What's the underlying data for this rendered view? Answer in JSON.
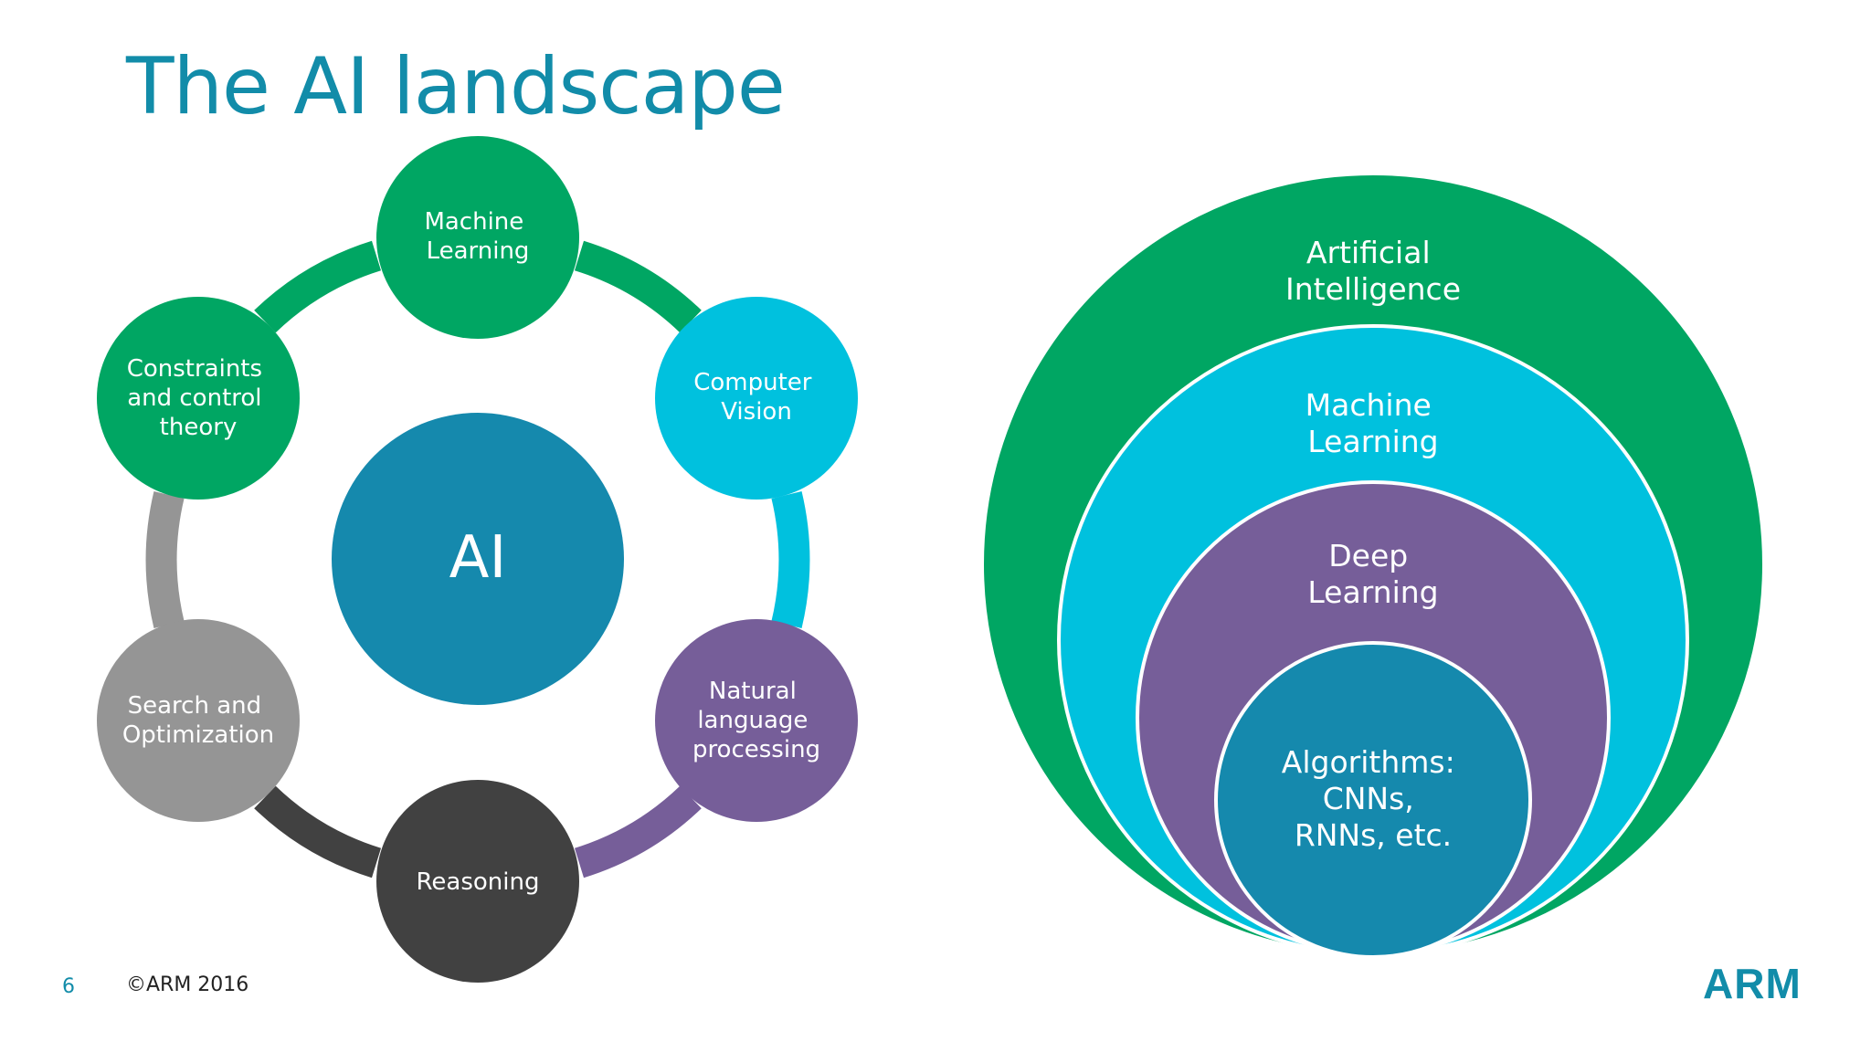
{
  "title": "The AI landscape",
  "ring_diagram": {
    "center": {
      "label": "AI",
      "color": "#1589ad"
    },
    "nodes": [
      {
        "id": "machine-learning",
        "lines": [
          "Machine",
          "Learning"
        ],
        "color": "#00a663"
      },
      {
        "id": "computer-vision",
        "lines": [
          "Computer",
          "Vision"
        ],
        "color": "#00c1de"
      },
      {
        "id": "nlp",
        "lines": [
          "Natural",
          "language",
          "processing"
        ],
        "color": "#765e99"
      },
      {
        "id": "reasoning",
        "lines": [
          "Reasoning"
        ],
        "color": "#414141"
      },
      {
        "id": "search-optimization",
        "lines": [
          "Search and",
          "Optimization"
        ],
        "color": "#959595"
      },
      {
        "id": "constraints-control",
        "lines": [
          "Constraints",
          "and control",
          "theory"
        ],
        "color": "#00a663"
      }
    ]
  },
  "nested_diagram": {
    "levels": [
      {
        "id": "artificial-intelligence",
        "lines": [
          "Artificial",
          "Intelligence"
        ],
        "color": "#00a663"
      },
      {
        "id": "machine-learning",
        "lines": [
          "Machine",
          "Learning"
        ],
        "color": "#00c1de"
      },
      {
        "id": "deep-learning",
        "lines": [
          "Deep",
          "Learning"
        ],
        "color": "#765e99"
      },
      {
        "id": "algorithms",
        "lines": [
          "Algorithms:",
          "CNNs,",
          "RNNs, etc."
        ],
        "color": "#1589ad"
      }
    ]
  },
  "footer": {
    "page_number": "6",
    "copyright": "©ARM 2016",
    "logo": "ARM"
  }
}
